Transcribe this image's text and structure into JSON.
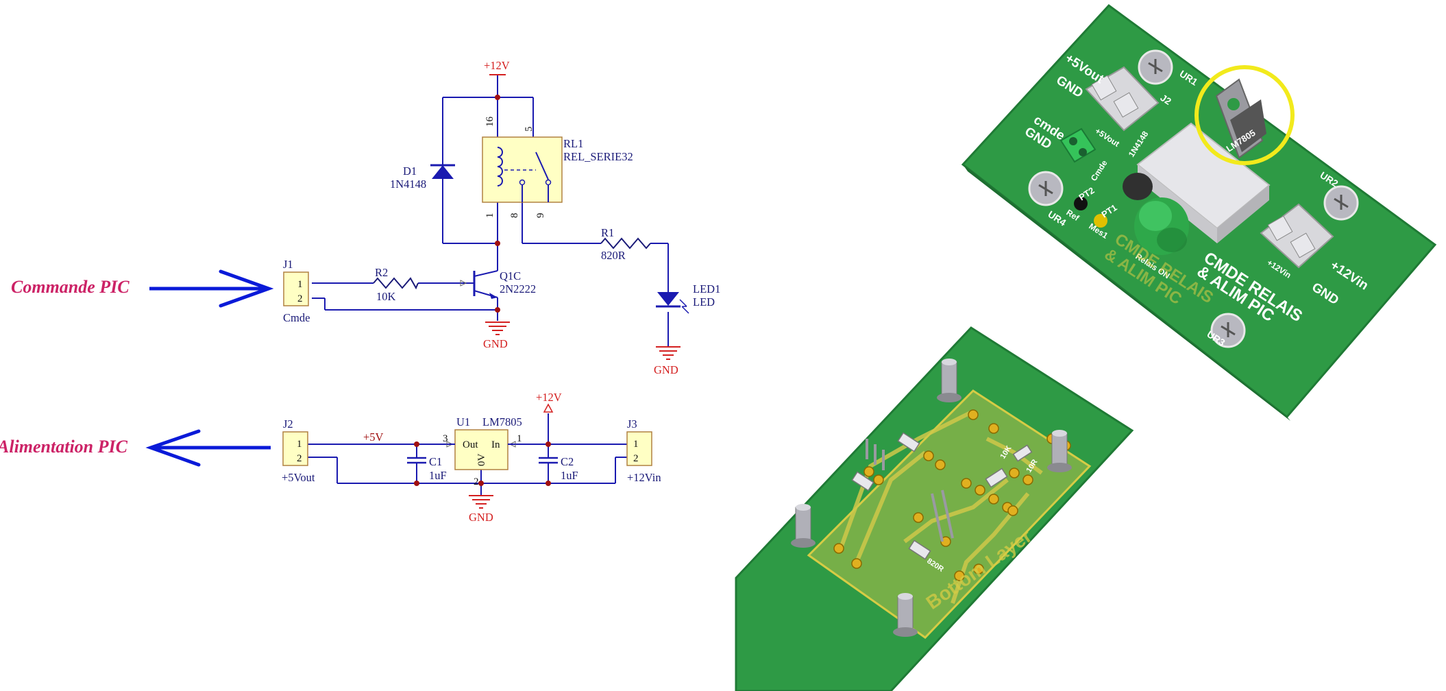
{
  "schematic": {
    "relay_section": {
      "supply_top": "+12V",
      "relay_ref": "RL1",
      "relay_value": "REL_SERIE32",
      "relay_pins": [
        "16",
        "5",
        "1",
        "8",
        "9"
      ],
      "diode_ref": "D1",
      "diode_value": "1N4148",
      "resistor_r1_ref": "R1",
      "resistor_r1_value": "820R",
      "resistor_r2_ref": "R2",
      "resistor_r2_value": "10K",
      "transistor_ref": "Q1C",
      "transistor_value": "2N2222",
      "connector_ref": "J1",
      "connector_value": "Cmde",
      "connector_pins": [
        "1",
        "2"
      ],
      "led_ref": "LED1",
      "led_value": "LED",
      "gnd_transistor": "GND",
      "gnd_led": "GND"
    },
    "power_section": {
      "connector_in_ref": "J2",
      "connector_in_value": "+5Vout",
      "connector_in_pins": [
        "1",
        "2"
      ],
      "net_5v": "+5V",
      "cap_c1_ref": "C1",
      "cap_c1_value": "1uF",
      "regulator_ref": "U1",
      "regulator_value": "LM7805",
      "regulator_out": "Out",
      "regulator_in": "In",
      "regulator_gnd": "0V",
      "regulator_pin_out": "3",
      "regulator_pin_in": "1",
      "regulator_pin_gnd": "2",
      "supply_12v": "+12V",
      "cap_c2_ref": "C2",
      "cap_c2_value": "1uF",
      "connector_out_ref": "J3",
      "connector_out_value": "+12Vin",
      "connector_out_pins": [
        "1",
        "2"
      ],
      "gnd_regulator": "GND"
    }
  },
  "annotations": {
    "commande": "Commande PIC",
    "alimentation": "Alimentation PIC"
  },
  "pcb_top": {
    "labels": {
      "vout": "+5Vout",
      "gnd_left": "GND",
      "cmde": "cmde",
      "gnd_cmde": "GND",
      "ur1": "UR1",
      "ur2": "UR2",
      "ur3": "UR3",
      "ur4": "UR4",
      "j2": "J2",
      "reg": "LM7805",
      "j_5vout": "+5Vout",
      "diode": "1N4148",
      "cmde_conn": "Cmde",
      "pt2": "PT2",
      "pt1": "PT1",
      "ref": "Ref",
      "mes": "Mes1",
      "relais_on": "Relais ON",
      "title1": "CMDE RELAIS",
      "title2": "& ALIM PIC",
      "j_12vin": "+12Vin",
      "vin": "+12Vin",
      "gnd_right": "GND"
    },
    "colors": {
      "board": "#2e9a45",
      "board_edge": "#1f7a35",
      "highlight_ring": "#f2ea1c"
    }
  },
  "pcb_bottom": {
    "labels": {
      "bottom_layer": "Bottom Layer",
      "r_820": "820R",
      "r_10k": "10K",
      "r_10r": "10R"
    }
  }
}
